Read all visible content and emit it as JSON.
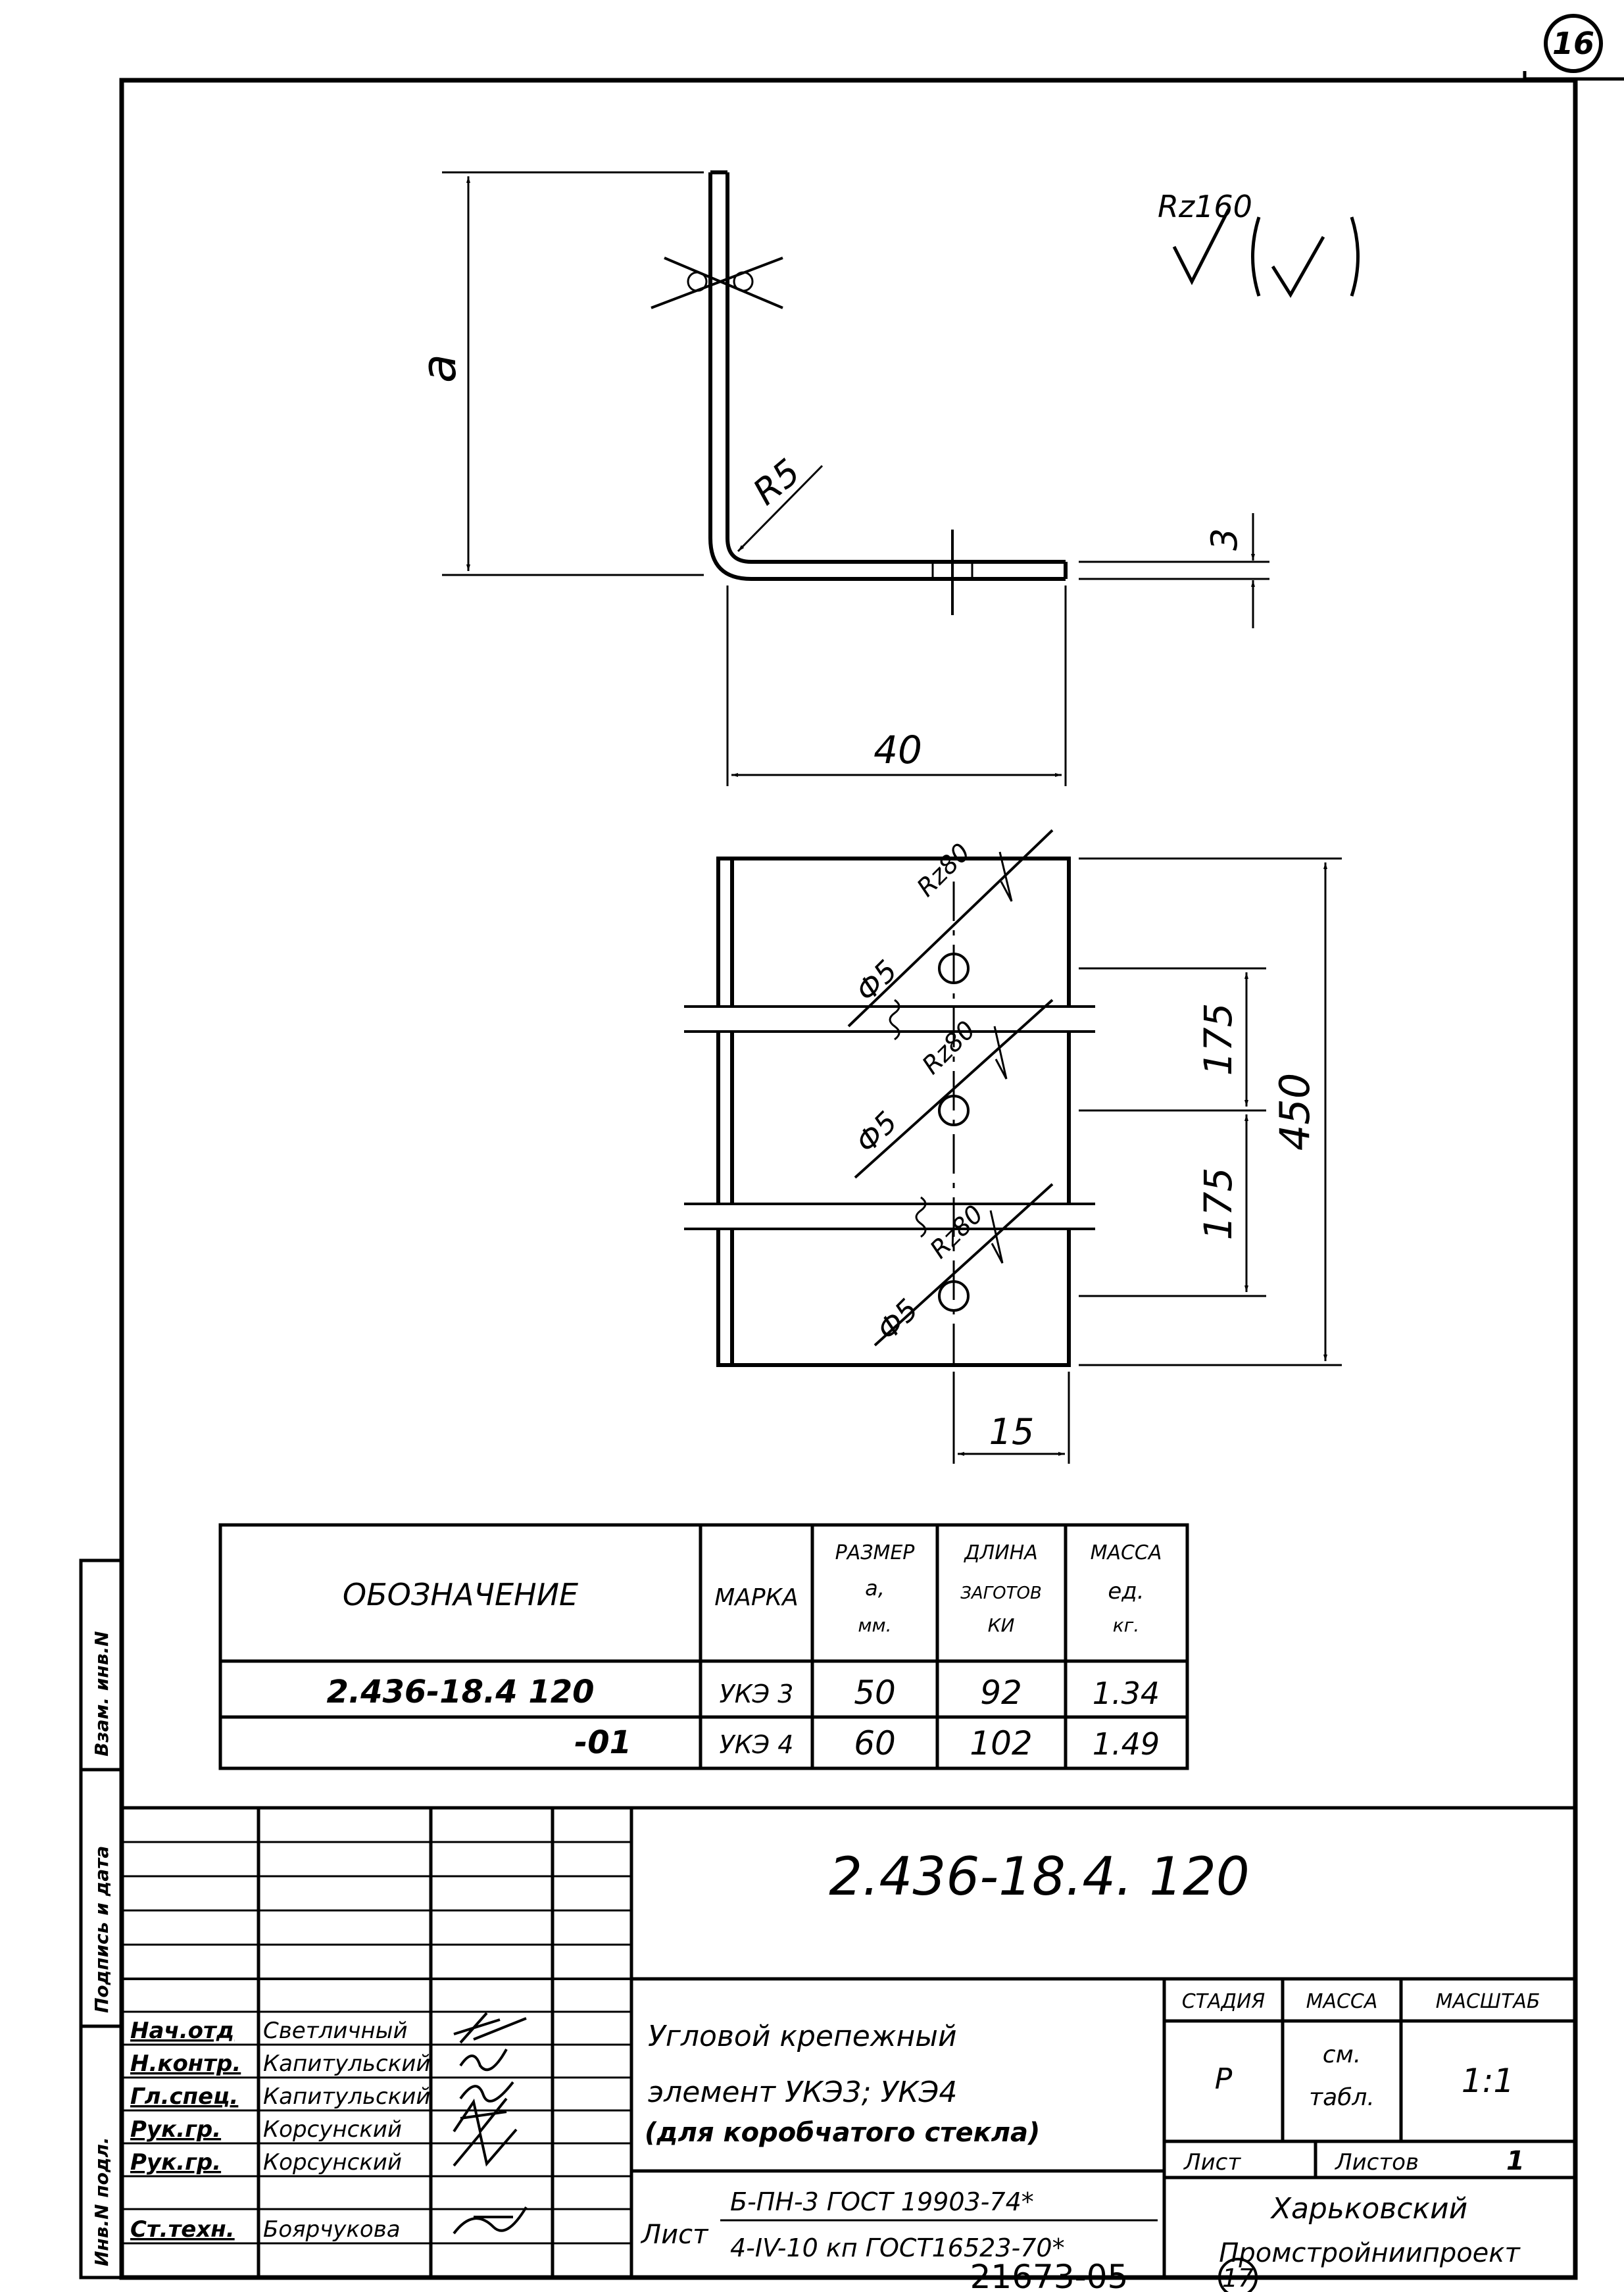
{
  "page_number": "16",
  "roughness": {
    "main_label": "Rz160",
    "main_extra": "(V)",
    "hole_label": "Rz80"
  },
  "profile": {
    "dim_a": "a",
    "dim_radius": "R5",
    "dim_thickness": "3",
    "dim_width": "40"
  },
  "plan": {
    "hole_dia": "Ф5",
    "dim_pitch": "175",
    "dim_length": "450",
    "dim_edge": "15"
  },
  "spec_table": {
    "headers": {
      "designation": "ОБОЗНАЧЕНИЕ",
      "mark": "МАРКА",
      "size": [
        "РАЗМЕР",
        "а,",
        "мм."
      ],
      "length": [
        "ДЛИНА",
        "ЗАГОТОВ",
        "КИ"
      ],
      "mass": [
        "МАССА",
        "ед.",
        "кг."
      ]
    },
    "rows": [
      {
        "designation": "2.436-18.4 120",
        "mark": "УКЭ 3",
        "size": "50",
        "length": "92",
        "mass": "1.34"
      },
      {
        "designation": "-01",
        "mark": "УКЭ 4",
        "size": "60",
        "length": "102",
        "mass": "1.49"
      }
    ]
  },
  "side_stamp": [
    "Инв.N подл.",
    "Подпись и дата",
    "Взам. инв.N"
  ],
  "title_block": {
    "doc_code": "2.436-18.4. 120",
    "staff": [
      {
        "role": "Нач.отд",
        "name": "Светличный"
      },
      {
        "role": "Н.контр.",
        "name": "Капитульский"
      },
      {
        "role": "Гл.спец.",
        "name": "Капитульский"
      },
      {
        "role": "Рук.гр.",
        "name": "Корсунский"
      },
      {
        "role": "Рук.гр.",
        "name": "Корсунский"
      },
      {
        "role": "Ст.техн.",
        "name": "Боярчукова"
      }
    ],
    "title_lines": [
      "Угловой крепежный",
      "элемент УКЭ3; УКЭ4",
      "(для коробчатого стекла)"
    ],
    "headers": {
      "stage": "СТАДИЯ",
      "mass": "МАССА",
      "scale": "МАСШТАБ"
    },
    "stage": "Р",
    "mass_value": [
      "см.",
      "табл."
    ],
    "scale": "1:1",
    "sheet_label": "Лист",
    "sheets_label": "Листов",
    "sheets_count": "1",
    "material_prefix": "Лист",
    "material_lines": [
      "Б-ПН-3 ГОСТ 19903-74*",
      "4-IV-10 кп ГОСТ16523-70*"
    ],
    "organization": [
      "Харьковский",
      "Промстройниипроект"
    ]
  },
  "footer": {
    "inventory": "21673-05",
    "sheet_number": "17"
  }
}
